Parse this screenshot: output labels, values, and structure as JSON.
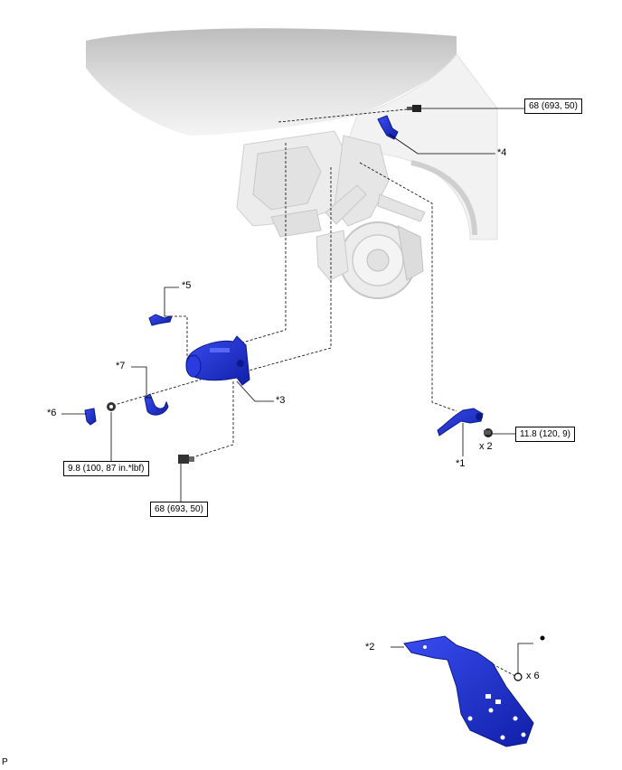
{
  "callouts": {
    "c1": "*1",
    "c2": "*2",
    "c3": "*3",
    "c4": "*4",
    "c5": "*5",
    "c6": "*6",
    "c7": "*7"
  },
  "torque": {
    "t_top": "68 (693, 50)",
    "t_bottom": "68 (693, 50)",
    "t_small": "11.8 (120, 9)",
    "t_nut": "9.8 (100, 87 in.*lbf)"
  },
  "qty": {
    "q1": "x 2",
    "q2": "x 6"
  },
  "corner_code": "P",
  "colors": {
    "part_blue": "#1f2fd6",
    "part_dark": "#0b1a8a",
    "body_grey": "#d8d8d8"
  }
}
